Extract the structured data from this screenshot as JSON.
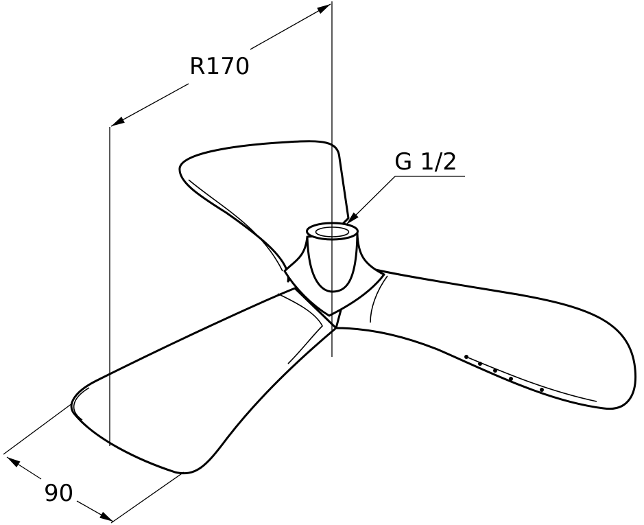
{
  "drawing": {
    "radius_label": "R170",
    "thread_label": "G 1/2",
    "width_label": "90",
    "line_color": "#000000",
    "background": "#ffffff"
  }
}
